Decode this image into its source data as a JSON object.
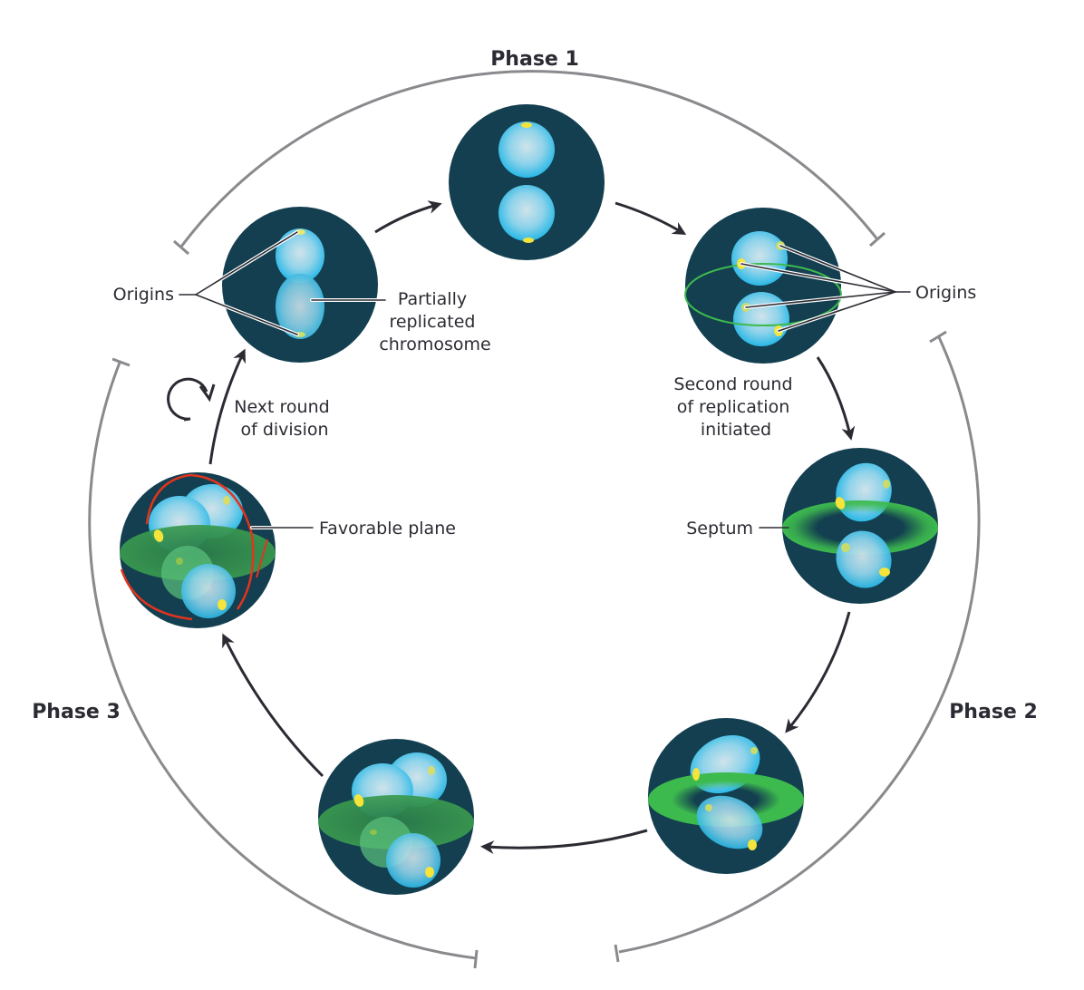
{
  "diagram": {
    "title": "Cell division cycle in three phases",
    "phases": [
      {
        "id": "phase1",
        "label": "Phase 1"
      },
      {
        "id": "phase2",
        "label": "Phase 2"
      },
      {
        "id": "phase3",
        "label": "Phase 3"
      }
    ],
    "stages": [
      {
        "id": "partially-replicated",
        "description": "Cell with partially replicated chromosome, origins at ends"
      },
      {
        "id": "two-chromosomes",
        "description": "Two chromosomes segregated"
      },
      {
        "id": "second-round",
        "description": "Second round of replication initiated, origins marked"
      },
      {
        "id": "septum-forming",
        "description": "Septum forming between chromosomes"
      },
      {
        "id": "septum-closing",
        "description": "Septum closing"
      },
      {
        "id": "daughter-cells",
        "description": "Daughter chromosomes rotated"
      },
      {
        "id": "favorable-plane",
        "description": "Next division in favorable plane"
      }
    ],
    "labels": {
      "origins_left": "Origins",
      "origins_right": "Origins",
      "partially_replicated": [
        "Partially",
        "replicated",
        "chromosome"
      ],
      "second_round": [
        "Second round",
        "of replication",
        "initiated"
      ],
      "next_round": [
        "Next round",
        "of division"
      ],
      "favorable_plane": "Favorable plane",
      "septum": "Septum"
    },
    "colors": {
      "cell": "#133f50",
      "chromosome": "#41c3e8",
      "origin": "#f5e43a",
      "septum": "#3dba4e",
      "plane_outline": "#e2341f",
      "bracket": "#8a8a8e",
      "arrow": "#2b2b33"
    }
  }
}
